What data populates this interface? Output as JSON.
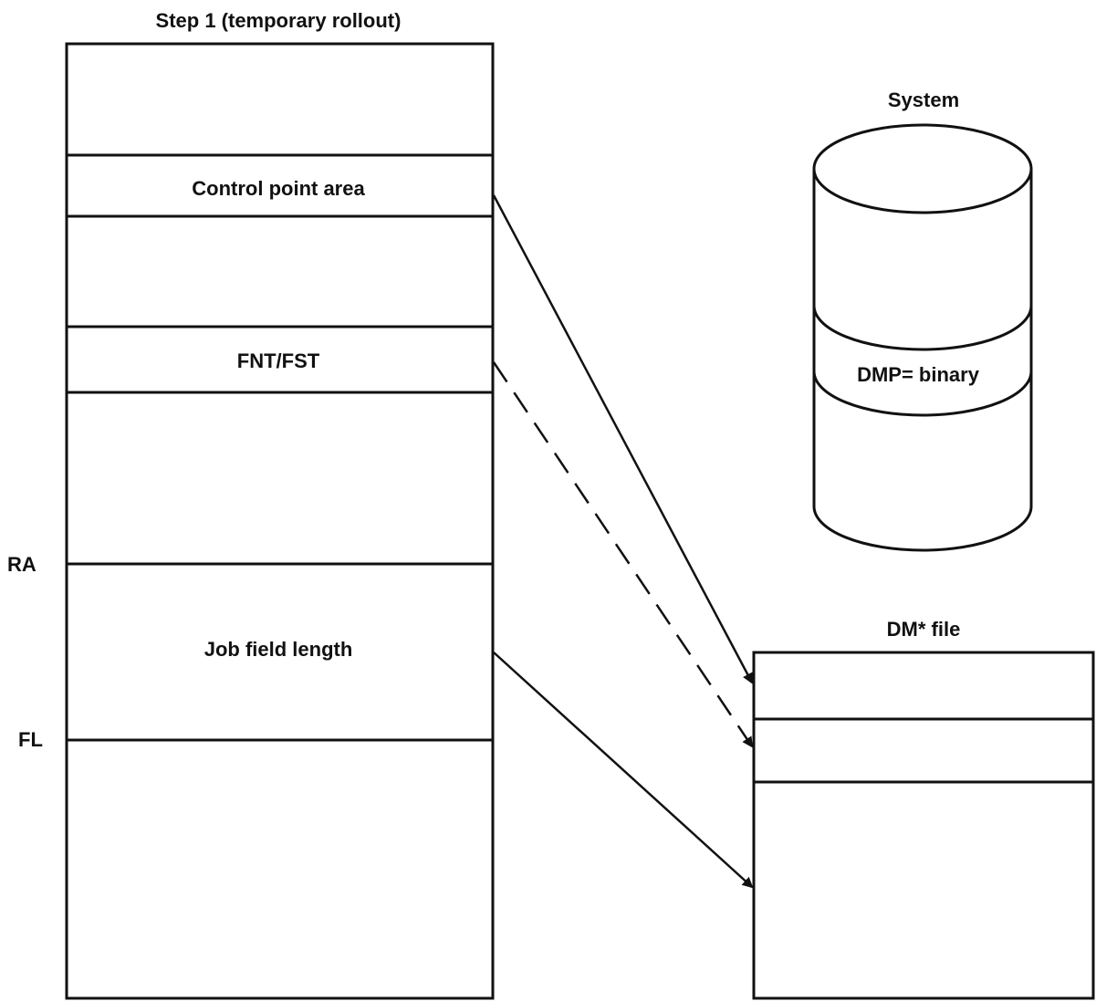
{
  "memory_column": {
    "title": "Step 1 (temporary rollout)",
    "sections": {
      "control_point_area": "Control point area",
      "fnt_fst": "FNT/FST",
      "job_field_length": "Job field length"
    },
    "markers": {
      "ra": "RA",
      "fl": "FL"
    }
  },
  "system_device": {
    "title": "System",
    "band_label": "DMP= binary"
  },
  "dm_file": {
    "title": "DM* file"
  },
  "connectors": [
    {
      "from": "control_point_area",
      "to": "dm_file_section_1",
      "style": "solid"
    },
    {
      "from": "fnt_fst",
      "to": "dm_file_section_2",
      "style": "dashed"
    },
    {
      "from": "job_field_length",
      "to": "dm_file_section_3",
      "style": "solid"
    }
  ]
}
